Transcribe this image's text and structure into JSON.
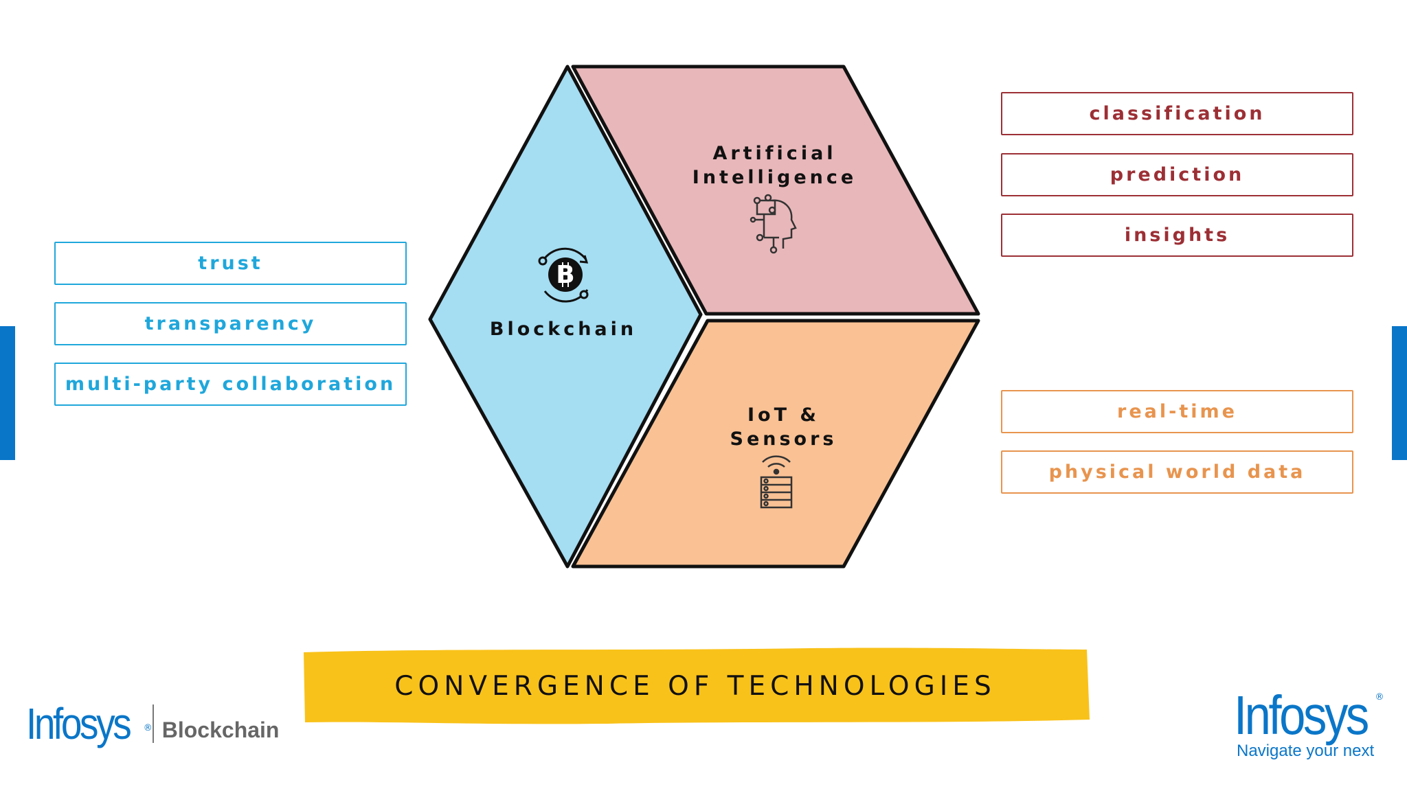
{
  "faces": {
    "blockchain": {
      "label": "Blockchain",
      "color": "#a5ddf2",
      "icon": "bitcoin-cycle-icon"
    },
    "ai": {
      "line1": "Artificial",
      "line2": "Intelligence",
      "color": "#e8b7ba",
      "icon": "ai-head-circuit-icon"
    },
    "iot": {
      "line1": "IoT &",
      "line2": "Sensors",
      "color": "#f9c194",
      "icon": "sensor-server-icon"
    }
  },
  "left_tags": [
    "trust",
    "transparency",
    "multi-party collaboration"
  ],
  "ai_tags": [
    "classification",
    "prediction",
    "insights"
  ],
  "iot_tags": [
    "real-time",
    "physical world data"
  ],
  "banner": {
    "text": "CONVERGENCE OF TECHNOLOGIES",
    "color": "#f9c21a"
  },
  "logo_left": {
    "brand": "Infosys",
    "reg": "®",
    "sub": "Blockchain"
  },
  "logo_right": {
    "brand": "Infosys",
    "reg": "®",
    "tagline": "Navigate your next"
  },
  "accent_color": "#0a76c8"
}
